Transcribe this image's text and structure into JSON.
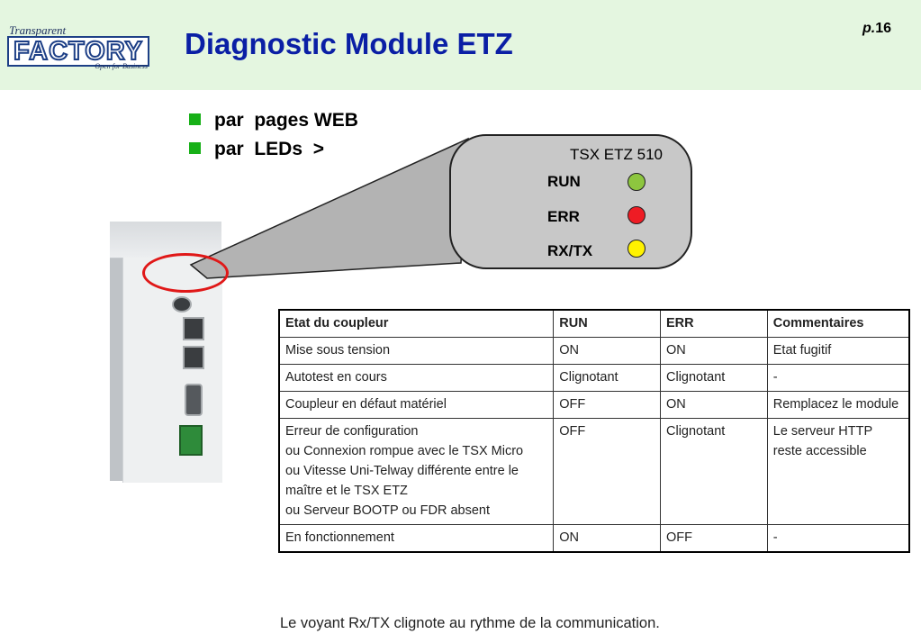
{
  "header": {
    "logo_top": "Transparent",
    "logo_main": "FACTORY",
    "logo_sub": "Open for Business",
    "title": "Diagnostic Module ETZ",
    "page_prefix": "p.",
    "page_number": "16"
  },
  "bullets": [
    {
      "text": "par  pages WEB"
    },
    {
      "text": "par  LEDs  >"
    }
  ],
  "panel": {
    "model": "TSX ETZ 510",
    "leds": [
      {
        "label": "RUN",
        "color": "#8dc63f"
      },
      {
        "label": "ERR",
        "color": "#ee1c24"
      },
      {
        "label": "RX/TX",
        "color": "#fff200"
      }
    ]
  },
  "table": {
    "headers": [
      "Etat du coupleur",
      "RUN",
      "ERR",
      "Commentaires"
    ],
    "rows": [
      {
        "etat": "Mise sous tension",
        "run": "ON",
        "err": "ON",
        "comment": "Etat fugitif"
      },
      {
        "etat": "Autotest en cours",
        "run": "Clignotant",
        "err": "Clignotant",
        "comment": "-"
      },
      {
        "etat": "Coupleur en défaut matériel",
        "run": "OFF",
        "err": "ON",
        "comment": "Remplacez le module"
      },
      {
        "etat": "Erreur de configuration\nou Connexion rompue avec le TSX Micro\nou Vitesse Uni-Telway différente entre le maître et le TSX ETZ\nou Serveur BOOTP ou FDR absent",
        "run": "OFF",
        "err": "Clignotant",
        "comment": "Le serveur HTTP reste accessible"
      },
      {
        "etat": "En fonctionnement",
        "run": "ON",
        "err": "OFF",
        "comment": "-"
      }
    ]
  },
  "caption": "Le voyant Rx/TX clignote au rythme de la communication.",
  "colors": {
    "header_bg": "#e4f6e0",
    "title": "#0a1fa5",
    "bullet": "#17b017",
    "panel_bg": "#c8c8c8",
    "highlight_ring": "#e01818"
  }
}
